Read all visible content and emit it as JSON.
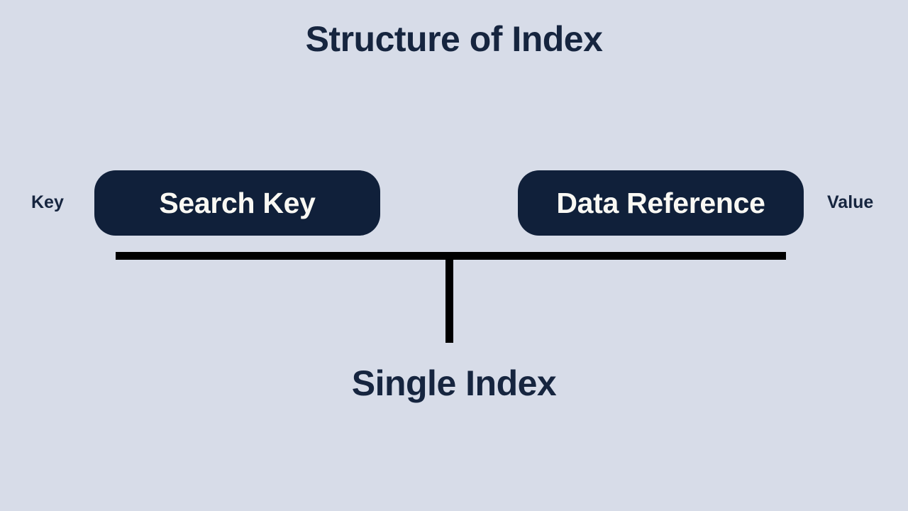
{
  "slide": {
    "title": "Structure of Index",
    "caption": "Single Index",
    "background_color": "#d7dce8",
    "accent_color": "#10203a",
    "text_color": "#16253f",
    "line_color": "#000000",
    "box_text_color": "#f9f8f3"
  },
  "labels": {
    "key": "Key",
    "value": "Value"
  },
  "nodes": [
    {
      "id": "search-key",
      "label": "Search Key"
    },
    {
      "id": "data-reference",
      "label": "Data Reference"
    }
  ]
}
